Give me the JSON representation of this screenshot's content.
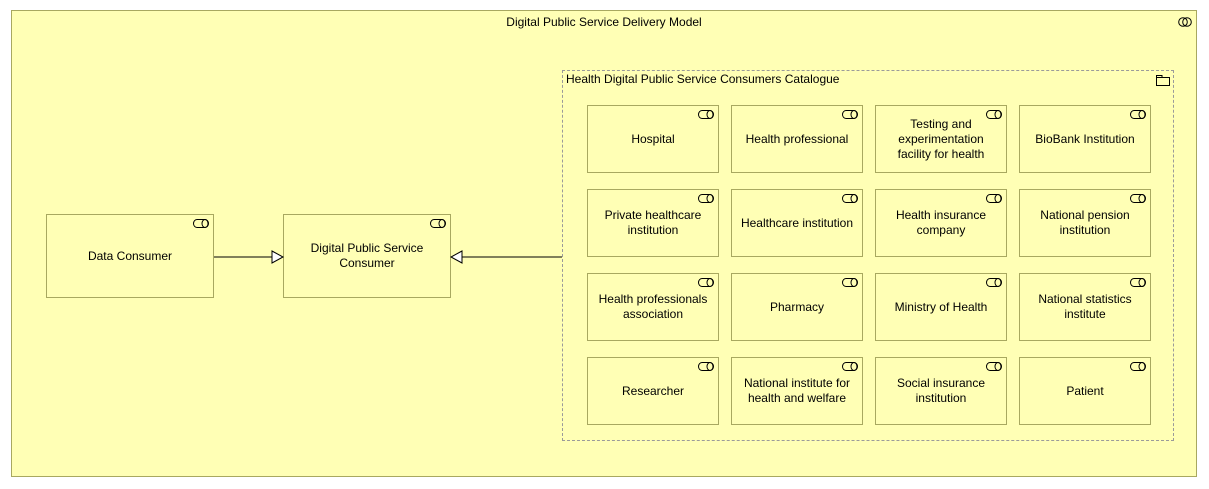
{
  "model": {
    "title": "Digital Public Service Delivery Model",
    "icon": "business-collaboration-icon"
  },
  "data_consumer": {
    "label": "Data Consumer",
    "icon": "business-role-icon"
  },
  "dps_consumer": {
    "label": "Digital Public Service Consumer",
    "icon": "business-role-icon"
  },
  "catalogue": {
    "title": "Health Digital Public Service Consumers Catalogue",
    "icon": "folder-icon",
    "items": [
      "Hospital",
      "Health professional",
      "Testing and experimentation facility for health",
      "BioBank Institution",
      "Private healthcare institution",
      "Healthcare institution",
      "Health insurance company",
      "National pension institution",
      "Health professionals association",
      "Pharmacy",
      "Ministry of Health",
      "National statistics institute",
      "Researcher",
      "National institute for health and welfare",
      "Social insurance institution",
      "Patient"
    ]
  },
  "relations": [
    {
      "from": "Data Consumer",
      "to": "Digital Public Service Consumer",
      "type": "specialization"
    },
    {
      "from": "Health Digital Public Service Consumers Catalogue",
      "to": "Digital Public Service Consumer",
      "type": "specialization"
    }
  ]
}
